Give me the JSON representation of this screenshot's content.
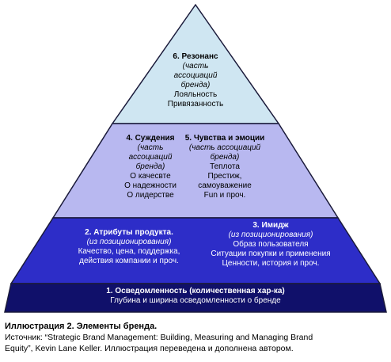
{
  "colors": {
    "level6": "#cfe6f2",
    "level45": "#b8b8f0",
    "level23": "#2d2dc8",
    "level1": "#10106a",
    "outline": "#1a1a3a"
  },
  "levels": {
    "resonance": {
      "title": "6. Резонанс",
      "sub": [
        "(часть",
        "ассоциаций",
        "бренда)"
      ],
      "items": [
        "Лояльность",
        "Привязанность"
      ]
    },
    "judgments": {
      "title": "4. Суждения",
      "sub": [
        "(часть",
        "ассоциаций",
        "бренда)"
      ],
      "items": [
        "О качесвте",
        "О надежности",
        "О лидерстве"
      ]
    },
    "feelings": {
      "title": "5. Чувства и эмоции",
      "sub": [
        "(часть ассоциаций",
        "бренда)"
      ],
      "items": [
        "Теплота",
        "Престиж,",
        "самоуважение",
        "Fun и проч."
      ]
    },
    "attributes": {
      "title": "2. Атрибуты продукта.",
      "sub": [
        "(из позиционирования)"
      ],
      "items": [
        "Качество, цена, поддержка,",
        "действия компании и проч."
      ]
    },
    "image": {
      "title": "3. Имидж",
      "sub": [
        "(из позиционирования)"
      ],
      "items": [
        "Образ пользователя",
        "Ситуации покупки и применения",
        "Ценности, история и проч."
      ]
    },
    "awareness": {
      "title": "1. Осведомленность (количественная хар-ка)",
      "items": [
        "Глубина и ширина осведомленности о бренде"
      ]
    }
  },
  "caption": {
    "title": "Иллюстрация 2. Элементы бренда.",
    "line1": "Источник: “Strategic Brand Management: Building, Measuring and Managing Brand",
    "line2": "Equity”, Kevin Lane Keller. Иллюстрация переведена и дополнена автором."
  }
}
